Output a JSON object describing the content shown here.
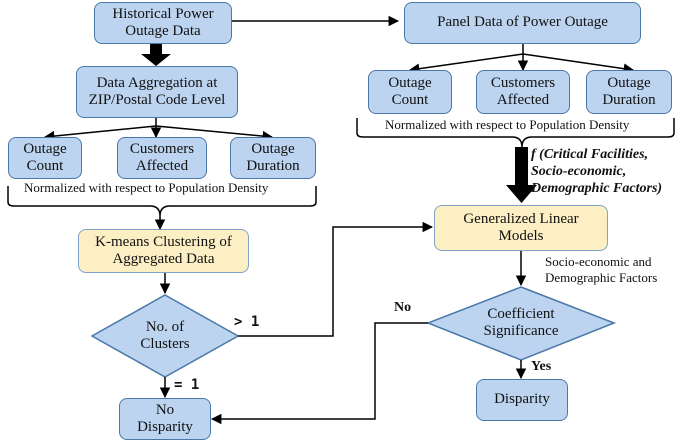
{
  "nodes": {
    "historical": "Historical Power\nOutage Data",
    "aggregation": "Data Aggregation at\nZIP/Postal Code Level",
    "left_count": "Outage\nCount",
    "left_customers": "Customers\nAffected",
    "left_duration": "Outage\nDuration",
    "kmeans": "K-means Clustering of\nAggregated Data",
    "clusters": "No. of\nClusters",
    "no_disparity": "No\nDisparity",
    "panel": "Panel Data of Power Outage",
    "right_count": "Outage\nCount",
    "right_customers": "Customers\nAffected",
    "right_duration": "Outage\nDuration",
    "glm": "Generalized Linear\nModels",
    "coefficient": "Coefficient\nSignificance",
    "disparity": "Disparity"
  },
  "notes": {
    "left_normalized": "Normalized with respect to Population Density",
    "right_normalized": "Normalized with respect to Population Density",
    "socio_factors": "Socio-economic and\nDemographic Factors"
  },
  "function_label": "f (Critical Facilities,\nSocio-economic,\nDemographic Factors)",
  "edge_labels": {
    "greater_one": "> 1",
    "equal_one": "= 1",
    "no": "No",
    "yes": "Yes"
  },
  "colors": {
    "process_fill": "#bcd4ef",
    "highlight_fill": "#fcefc4",
    "border": "#4a78a8",
    "line": "#000000"
  }
}
